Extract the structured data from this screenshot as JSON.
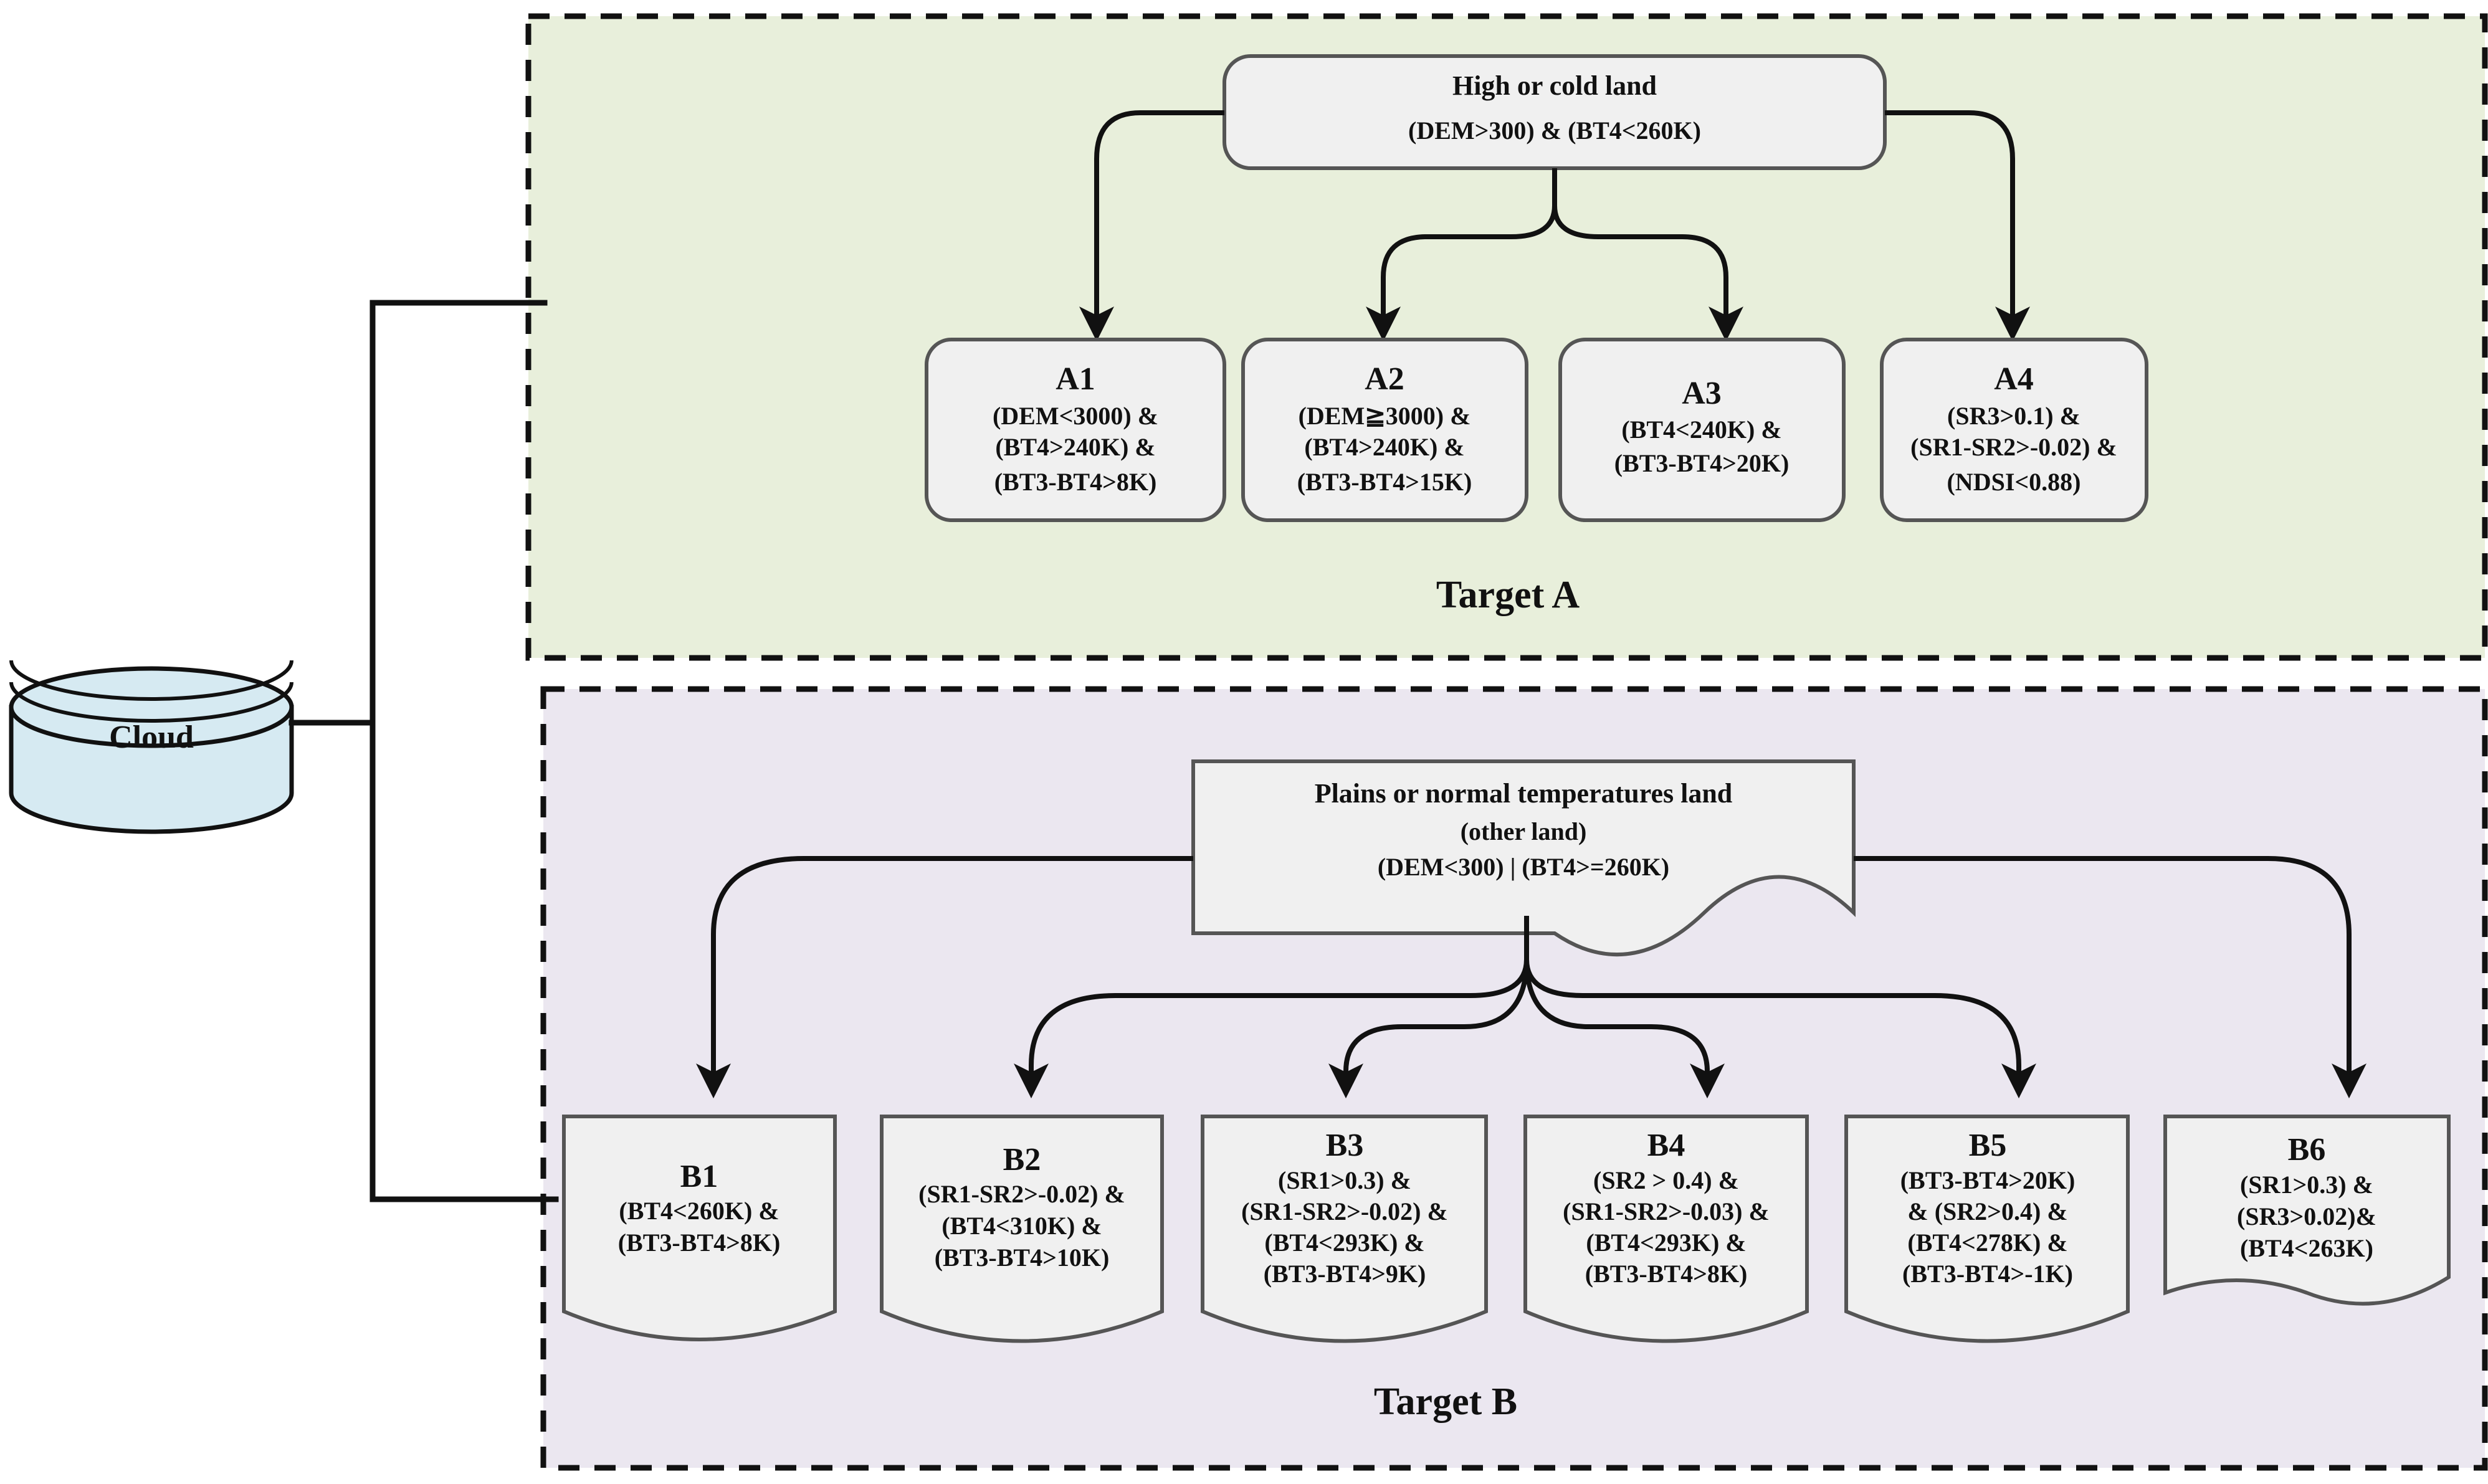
{
  "figure": {
    "source_node": {
      "label": "Cloud",
      "shape": "cylinder",
      "fill": "#d6eaf2"
    }
  },
  "panels": [
    {
      "id": "target-a",
      "label": "Target  A",
      "fill": "#e8efdb",
      "border": "dashed",
      "header": {
        "title": "High or cold land",
        "lines": [
          "(DEM>300) & (BT4<260K)"
        ]
      },
      "nodes": [
        {
          "id": "A1",
          "title": "A1",
          "lines": [
            "(DEM<3000) &",
            "(BT4>240K) &",
            "(BT3-BT4>8K)"
          ]
        },
        {
          "id": "A2",
          "title": "A2",
          "lines": [
            "(DEM≧3000) &",
            "(BT4>240K) &",
            "(BT3-BT4>15K)"
          ]
        },
        {
          "id": "A3",
          "title": "A3",
          "lines": [
            "(BT4<240K) &",
            "(BT3-BT4>20K)"
          ]
        },
        {
          "id": "A4",
          "title": "A4",
          "lines": [
            "(SR3>0.1) &",
            "(SR1-SR2>-0.02) &",
            "(NDSI<0.88)"
          ]
        }
      ]
    },
    {
      "id": "target-b",
      "label": "Target  B",
      "fill": "#ebe7f0",
      "border": "dashed",
      "header": {
        "title": "Plains or normal temperatures land",
        "lines": [
          "(other land)",
          "(DEM<300) | (BT4>=260K)"
        ]
      },
      "nodes": [
        {
          "id": "B1",
          "title": "B1",
          "lines": [
            "(BT4<260K) &",
            "(BT3-BT4>8K)"
          ]
        },
        {
          "id": "B2",
          "title": "B2",
          "lines": [
            "(SR1-SR2>-0.02) &",
            "(BT4<310K) &",
            "(BT3-BT4>10K)"
          ]
        },
        {
          "id": "B3",
          "title": "B3",
          "lines": [
            "(SR1>0.3) &",
            "(SR1-SR2>-0.02) &",
            "(BT4<293K) &",
            "(BT3-BT4>9K)"
          ]
        },
        {
          "id": "B4",
          "title": "B4",
          "lines": [
            "(SR2 > 0.4) &",
            "(SR1-SR2>-0.03) &",
            "(BT4<293K) &",
            "(BT3-BT4>8K)"
          ]
        },
        {
          "id": "B5",
          "title": "B5",
          "lines": [
            "(BT3-BT4>20K)",
            "& (SR2>0.4) &",
            "(BT4<278K) &",
            "(BT3-BT4>-1K)"
          ]
        },
        {
          "id": "B6",
          "title": "B6",
          "lines": [
            "(SR1>0.3) &",
            "(SR3>0.02)&",
            "(BT4<263K)"
          ]
        }
      ]
    }
  ],
  "colors": {
    "stroke": "#111111",
    "node_fill": "#f0f0f0",
    "node_stroke": "#555555",
    "panel_a": "#e8efdb",
    "panel_b": "#ebe7f0",
    "cloud_fill": "#d6eaf2"
  }
}
